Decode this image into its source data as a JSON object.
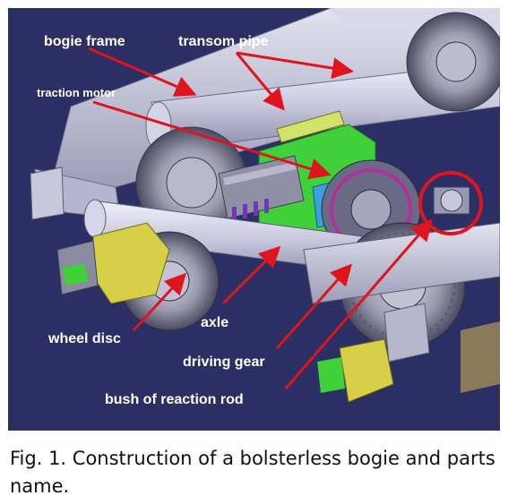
{
  "figure": {
    "labels": {
      "bogie_frame": "bogie frame",
      "transom_pipe": "transom pipe",
      "traction_motor": "traction motor",
      "wheel_disc": "wheel disc",
      "axle": "axle",
      "driving_gear": "driving gear",
      "bush_of_reaction_rod": "bush of reaction rod"
    },
    "colors": {
      "background": "#2c2f63",
      "frame": "#c7c7de",
      "arrow": "#e0141c",
      "motor_green": "#3fd03a",
      "highlight_circle": "#e0141c"
    }
  },
  "caption": {
    "text": "Fig. 1. Construction of a bolsterless bogie and parts name."
  }
}
